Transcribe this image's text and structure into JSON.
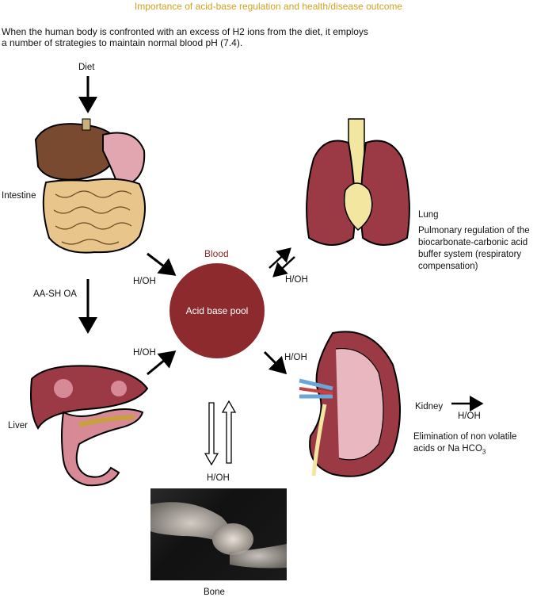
{
  "title": "Importance of acid-base regulation and health/disease outcome",
  "intro": "When the human body is confronted with an excess of H2 ions from the diet, it employs a number of strategies to maintain normal blood pH (7.4).",
  "labels": {
    "diet": "Diet",
    "intestine": "Intestine",
    "aa_sh_oa": "AA-SH OA",
    "liver": "Liver",
    "blood": "Blood",
    "pool": "Acid base pool",
    "lung": "Lung",
    "lung_desc": "Pulmonary regulation of the biocarbonate-carbonic acid buffer system (respiratory compensation)",
    "kidney": "Kidney",
    "kidney_desc": "Elimination of non volatile acids or Na HCO",
    "kidney_desc_sub": "3",
    "bone": "Bone",
    "hoh_intestine": "H/OH",
    "hoh_liver": "H/OH",
    "hoh_lung": "H/OH",
    "hoh_kidney": "H/OH",
    "hoh_kidney_out": "H/OH",
    "hoh_bone": "H/OH"
  },
  "colors": {
    "title": "#d4a020",
    "pool": "#8c2a2e",
    "organ_red": "#9b3a44",
    "organ_pink": "#d78a96"
  }
}
